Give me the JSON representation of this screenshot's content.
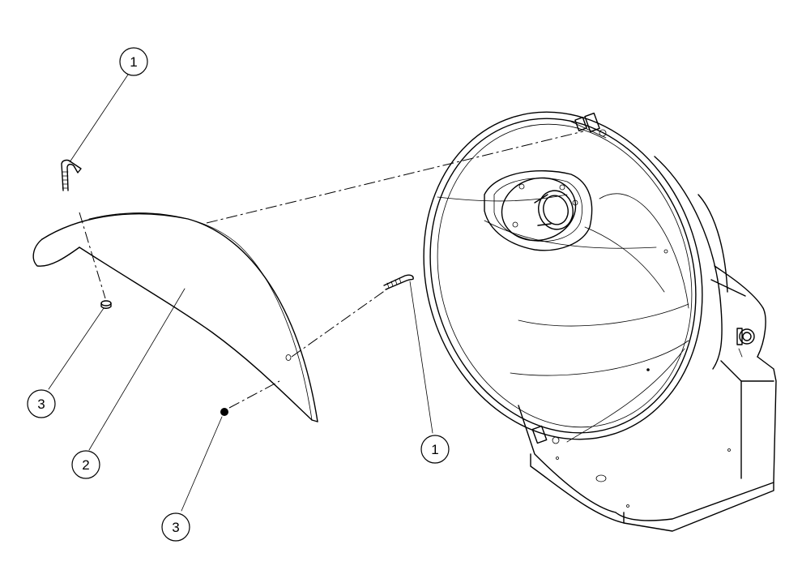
{
  "callouts": [
    {
      "id": "callout-1-top",
      "label": "1"
    },
    {
      "id": "callout-3-left",
      "label": "3"
    },
    {
      "id": "callout-2",
      "label": "2"
    },
    {
      "id": "callout-3-bottom",
      "label": "3"
    },
    {
      "id": "callout-1-right",
      "label": "1"
    }
  ]
}
